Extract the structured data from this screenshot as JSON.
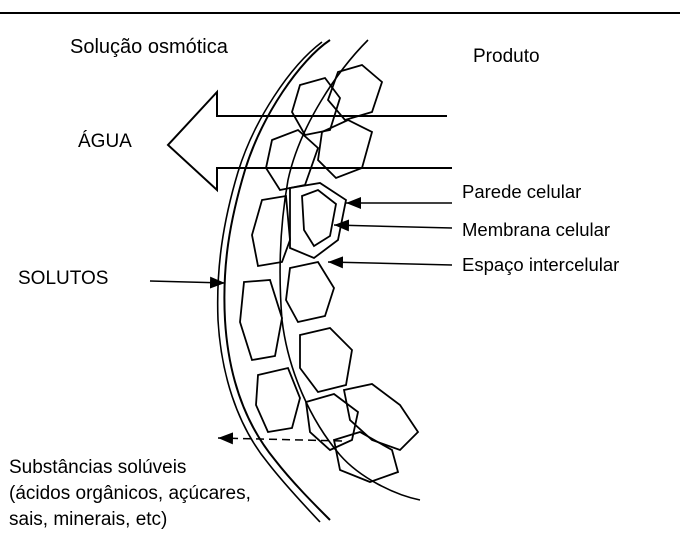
{
  "labels": {
    "solution": "Solução osmótica",
    "product": "Produto",
    "water": "ÁGUA",
    "cell_wall": "Parede celular",
    "cell_membrane": "Membrana celular",
    "intercellular_space": "Espaço intercelular",
    "solutes": "SOLUTOS",
    "soluble_line1": "Substâncias solúveis",
    "soluble_line2": "(ácidos orgânicos, açúcares,",
    "soluble_line3": "sais, minerais, etc)"
  },
  "colors": {
    "ink": "#000000",
    "background": "#ffffff"
  }
}
